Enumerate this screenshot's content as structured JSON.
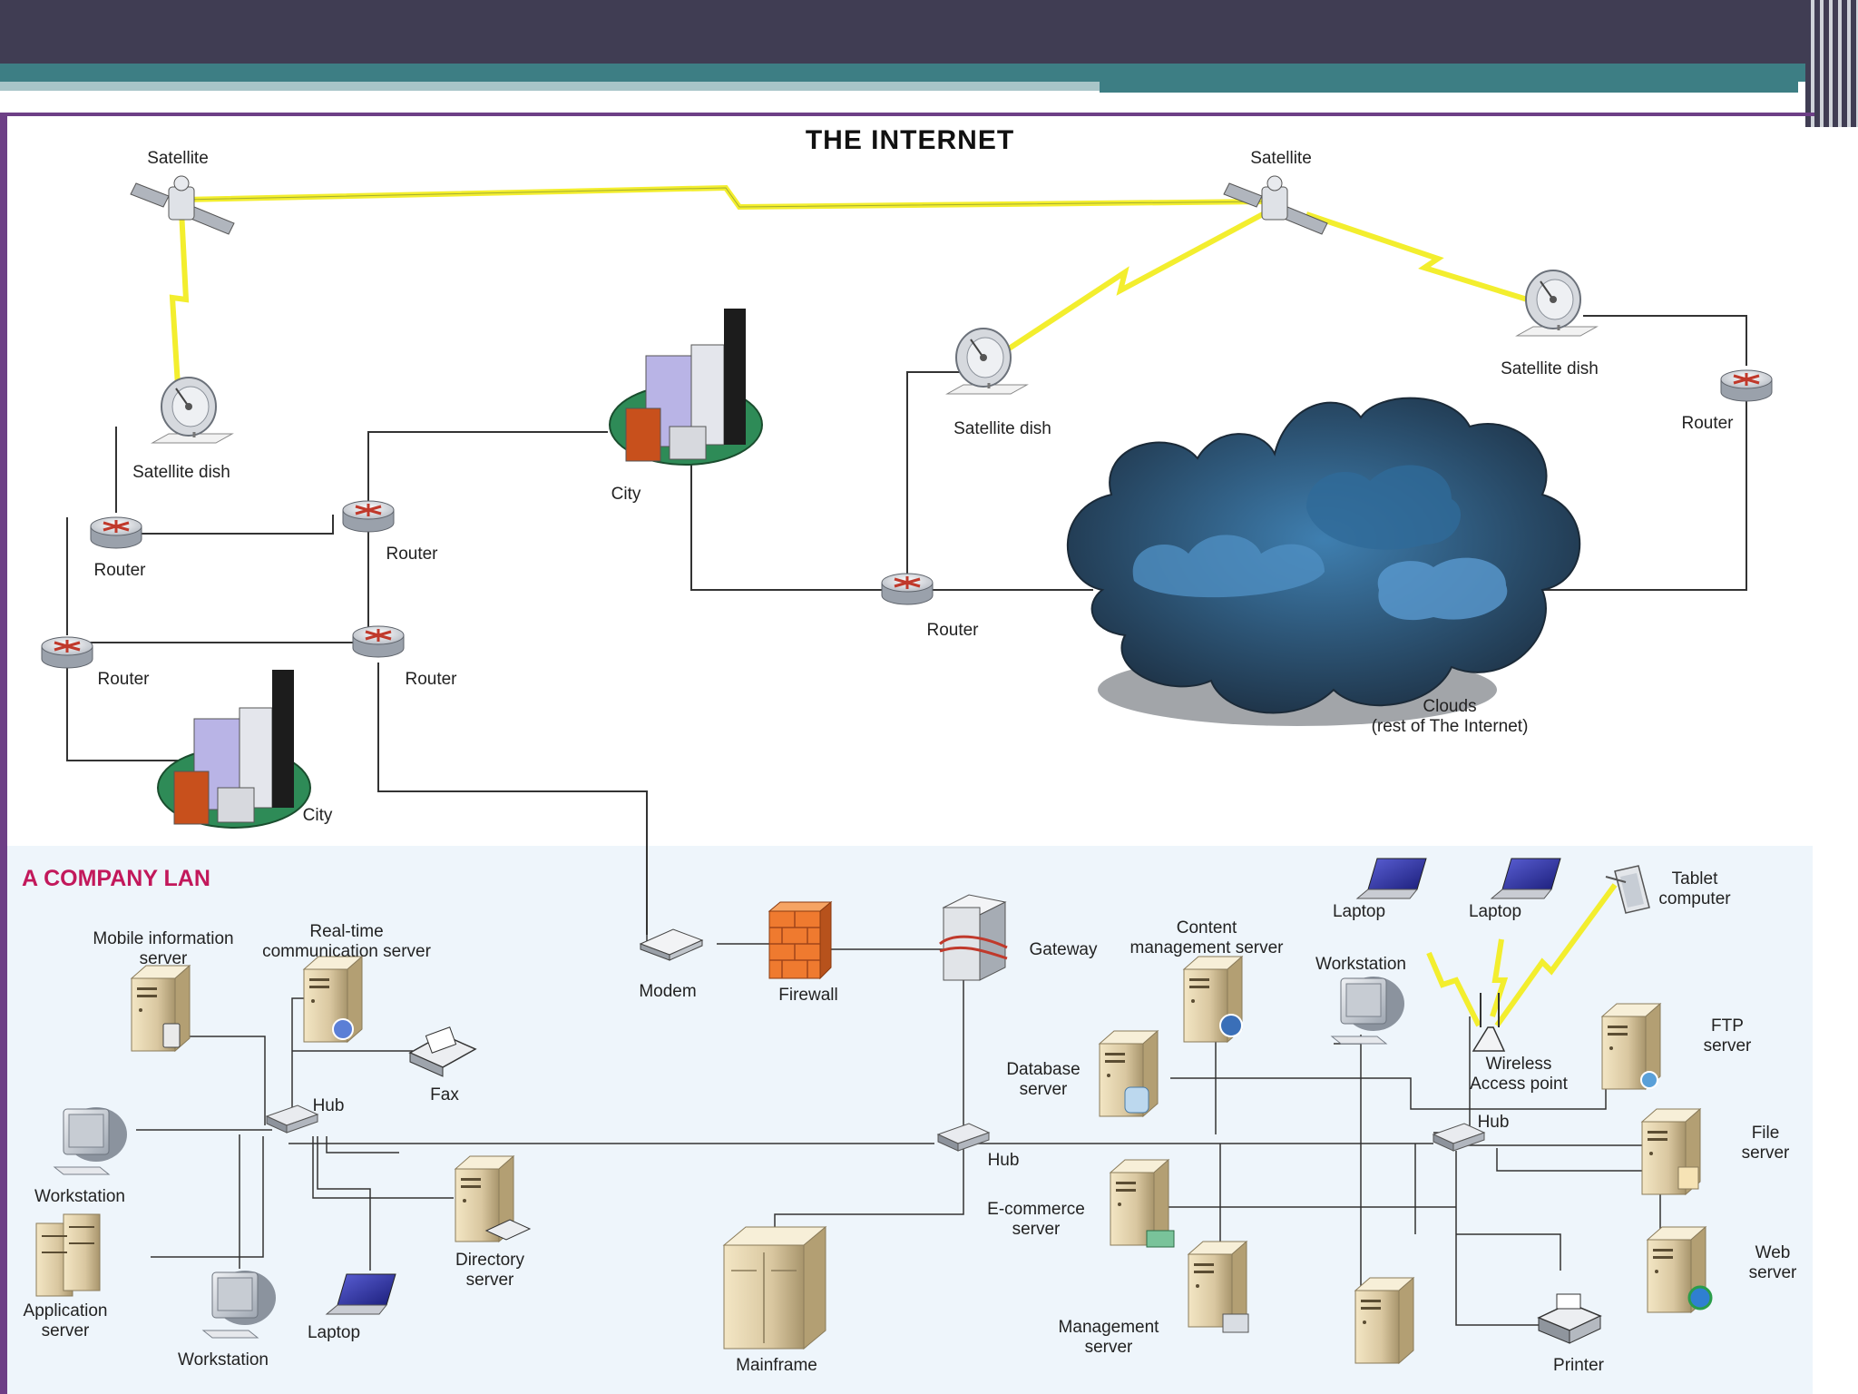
{
  "title": "THE INTERNET",
  "lan_title": "A COMPANY LAN",
  "colors": {
    "header": "#403d53",
    "accent_teal": "#3d7e84",
    "frame_purple": "#6d3f86",
    "lan_title": "#c2185b",
    "lan_background": "#eef5fb",
    "lightning": "#f3ee2e"
  },
  "internet_labels": {
    "satellite_left": "Satellite",
    "satellite_right": "Satellite",
    "dish_left": "Satellite dish",
    "dish_center": "Satellite dish",
    "dish_right": "Satellite dish",
    "city_top": "City",
    "city_bottom": "City",
    "router_a": "Router",
    "router_b": "Router",
    "router_c": "Router",
    "router_d": "Router",
    "router_e": "Router",
    "router_f": "Router",
    "clouds_line1": "Clouds",
    "clouds_line2": "(rest of The Internet)"
  },
  "lan_labels": {
    "mobile_1": "Mobile information",
    "mobile_2": "server",
    "rtc_1": "Real-time",
    "rtc_2": "communication server",
    "fax": "Fax",
    "hub_left": "Hub",
    "hub_center": "Hub",
    "hub_right": "Hub",
    "workstation_left": "Workstation",
    "workstation_bottom": "Workstation",
    "workstation_right": "Workstation",
    "app_1": "Application",
    "app_2": "server",
    "laptop_bottom": "Laptop",
    "directory_1": "Directory",
    "directory_2": "server",
    "modem": "Modem",
    "firewall": "Firewall",
    "gateway": "Gateway",
    "mainframe": "Mainframe",
    "content_1": "Content",
    "content_2": "management server",
    "database_1": "Database",
    "database_2": "server",
    "ecommerce_1": "E-commerce",
    "ecommerce_2": "server",
    "management_1": "Management",
    "management_2": "server",
    "laptop_1": "Laptop",
    "laptop_2": "Laptop",
    "tablet_1": "Tablet",
    "tablet_2": "computer",
    "wap_1": "Wireless",
    "wap_2": "Access point",
    "ftp_1": "FTP",
    "ftp_2": "server",
    "file_1": "File",
    "file_2": "server",
    "web_1": "Web",
    "web_2": "server",
    "printer": "Printer"
  },
  "icon_names": {
    "satellite": "satellite-icon",
    "dish": "satellite-dish-icon",
    "router": "router-icon",
    "city": "city-icon",
    "cloud": "cloud-icon",
    "server": "server-icon",
    "workstation": "workstation-icon",
    "laptop": "laptop-icon",
    "hub": "hub-icon",
    "modem": "modem-icon",
    "firewall": "firewall-icon",
    "gateway": "gateway-icon",
    "fax": "fax-icon",
    "printer": "printer-icon",
    "tablet": "tablet-icon",
    "wireless_ap": "wireless-access-point-icon",
    "mainframe": "mainframe-icon"
  }
}
